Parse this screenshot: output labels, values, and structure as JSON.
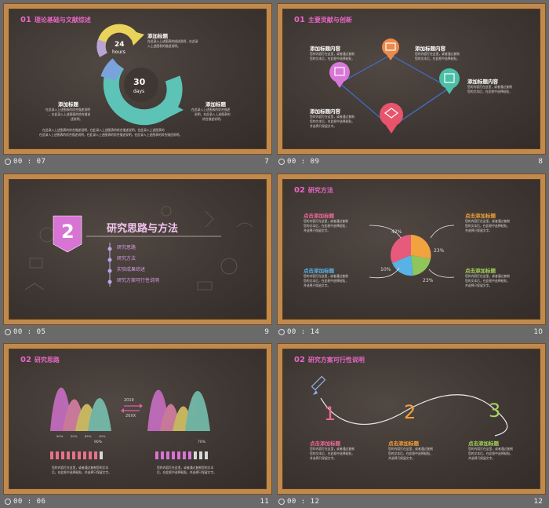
{
  "slides": [
    {
      "timer": "00 : 07",
      "num": "7",
      "section": "01",
      "title": "理论基础与文献综述",
      "h1": "添加标题",
      "h2": "添加标题",
      "h3": "添加标题",
      "p1a": "在此录入上述图表的描述说明，在此录",
      "p1b": "入上述图表的描述说明。",
      "p2a": "在此录入上述图表的综合描述说明",
      "p2b": "，在此录入上述图表的综合描述",
      "p2c": "述说明。",
      "p3a": "在此录入上述图表的综合描述",
      "p3b": "说明，在此录入上述图表的",
      "p3c": "综合描述说明。",
      "p4a": "在此录入上述图表的综合描述说明，在此录入上述图表的综合描述说明，在此录入上述图表的",
      "p4b": "在此录入上述图表的综合描述说明，在此录入上述图表的综合描述说明，在此录入上述图表的综合描述说明。",
      "big_num": "24",
      "big_unit": "hours",
      "small_num": "30",
      "small_unit": "days"
    },
    {
      "timer": "00 : 09",
      "num": "8",
      "section": "01",
      "title": "主要贡献与创新",
      "h1": "添加标题内容",
      "h2": "添加标题内容",
      "h3": "添加标题内容",
      "h4": "添加标题内容",
      "pa": "您的内容打在这里，或者通过复制",
      "pb": "您的文本后，在此框中选择粘贴，",
      "pc": "并选择只保留文字。"
    },
    {
      "timer": "00 : 05",
      "num": "9",
      "part_num": "2",
      "title": "研究思路与方法",
      "items": [
        "研究思路",
        "研究方法",
        "实验成果综述",
        "研究方案可行性说明"
      ]
    },
    {
      "timer": "00 : 14",
      "num": "10",
      "section": "02",
      "title": "研究方法",
      "h1": "点击添加标题",
      "h2": "点击添加标题",
      "h3": "点击添加标题",
      "h4": "点击添加标题",
      "pa": "您的内容打在这里，或者通过复制",
      "pb": "您的文本后，在此框中选择粘贴，",
      "pc": "并选择只保留文字。",
      "pct1": "42%",
      "pct2": "23%",
      "pct3": "10%",
      "pct4": "23%"
    },
    {
      "timer": "00 : 06",
      "num": "11",
      "section": "02",
      "title": "研究思路",
      "year1": "2019",
      "year2": "20XX",
      "pcts": [
        "90%",
        "50%",
        "85%",
        "40%"
      ],
      "total1": "90%",
      "total2": "70%",
      "pa": "您的内容打在这里，或者通过复制您的文本",
      "pb": "后，在此框中选择粘贴，并选择只保留文字。"
    },
    {
      "timer": "00 : 12",
      "num": "12",
      "section": "02",
      "title": "研究方案可行性说明",
      "n1": "1",
      "n2": "2",
      "n3": "3",
      "h1": "点击添加标题",
      "h2": "点击添加标题",
      "h3": "点击添加标题",
      "pa": "您的内容打在这里，或者通过复制",
      "pb": "您的文本后，在此框中选择粘贴，",
      "pc": "并选择只保留文字。"
    }
  ]
}
